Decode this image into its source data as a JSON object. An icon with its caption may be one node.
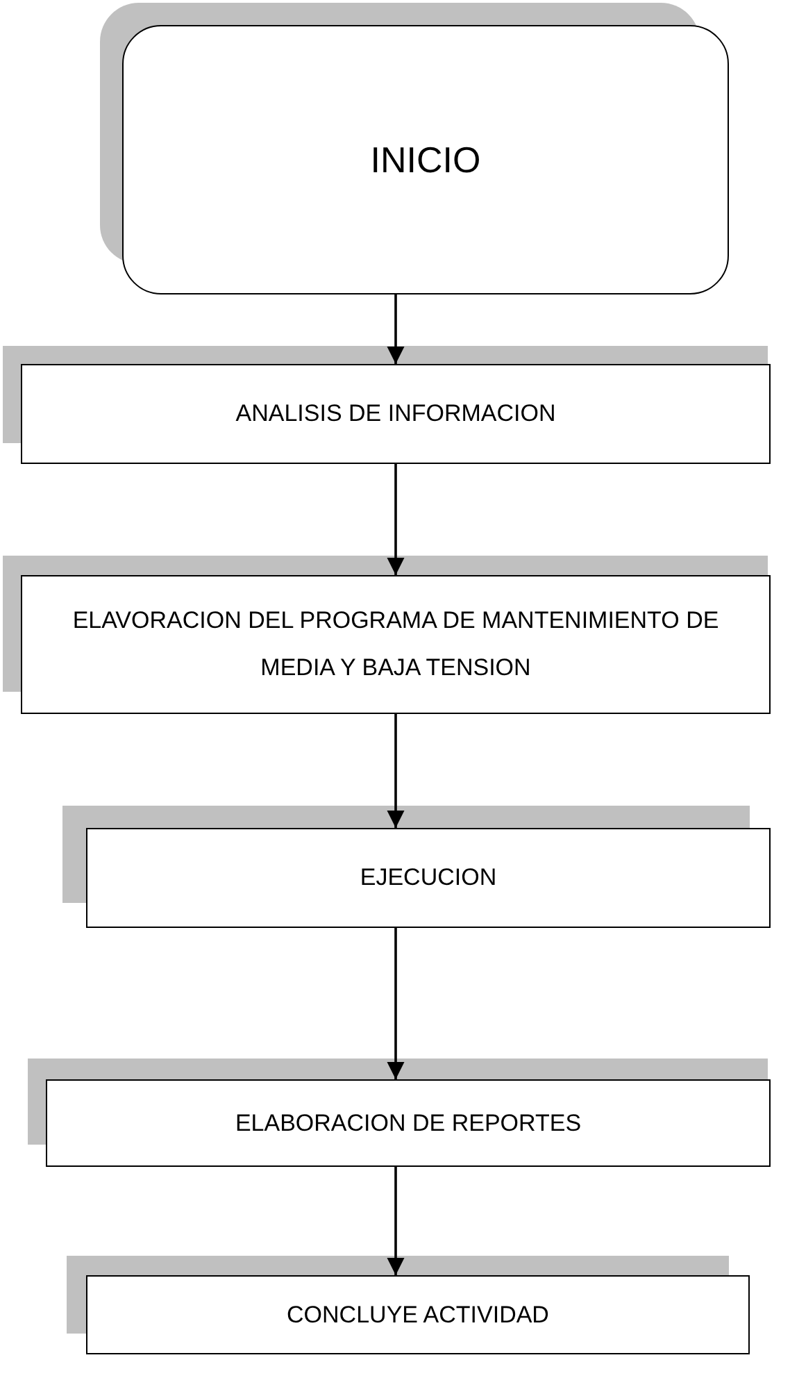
{
  "diagram": {
    "nodes": [
      {
        "text": [
          "INICIO"
        ]
      },
      {
        "text": [
          "ANALISIS DE INFORMACION"
        ]
      },
      {
        "text": [
          "ELAVORACION DEL PROGRAMA DE MANTENIMIENTO DE MEDIA Y BAJA TENSION"
        ]
      },
      {
        "text": [
          "EJECUCION"
        ]
      },
      {
        "text": [
          "ELABORACION DE REPORTES"
        ]
      },
      {
        "text": [
          "CONCLUYE ACTIVIDAD"
        ]
      }
    ],
    "edges": [
      {
        "from": 0,
        "to": 1,
        "arrow": "to"
      },
      {
        "from": 1,
        "to": 2,
        "arrow": "to"
      },
      {
        "from": 2,
        "to": 3,
        "arrow": "to"
      },
      {
        "from": 3,
        "to": 4,
        "arrow": "to"
      },
      {
        "from": 4,
        "to": 5,
        "arrow": "to"
      }
    ]
  }
}
